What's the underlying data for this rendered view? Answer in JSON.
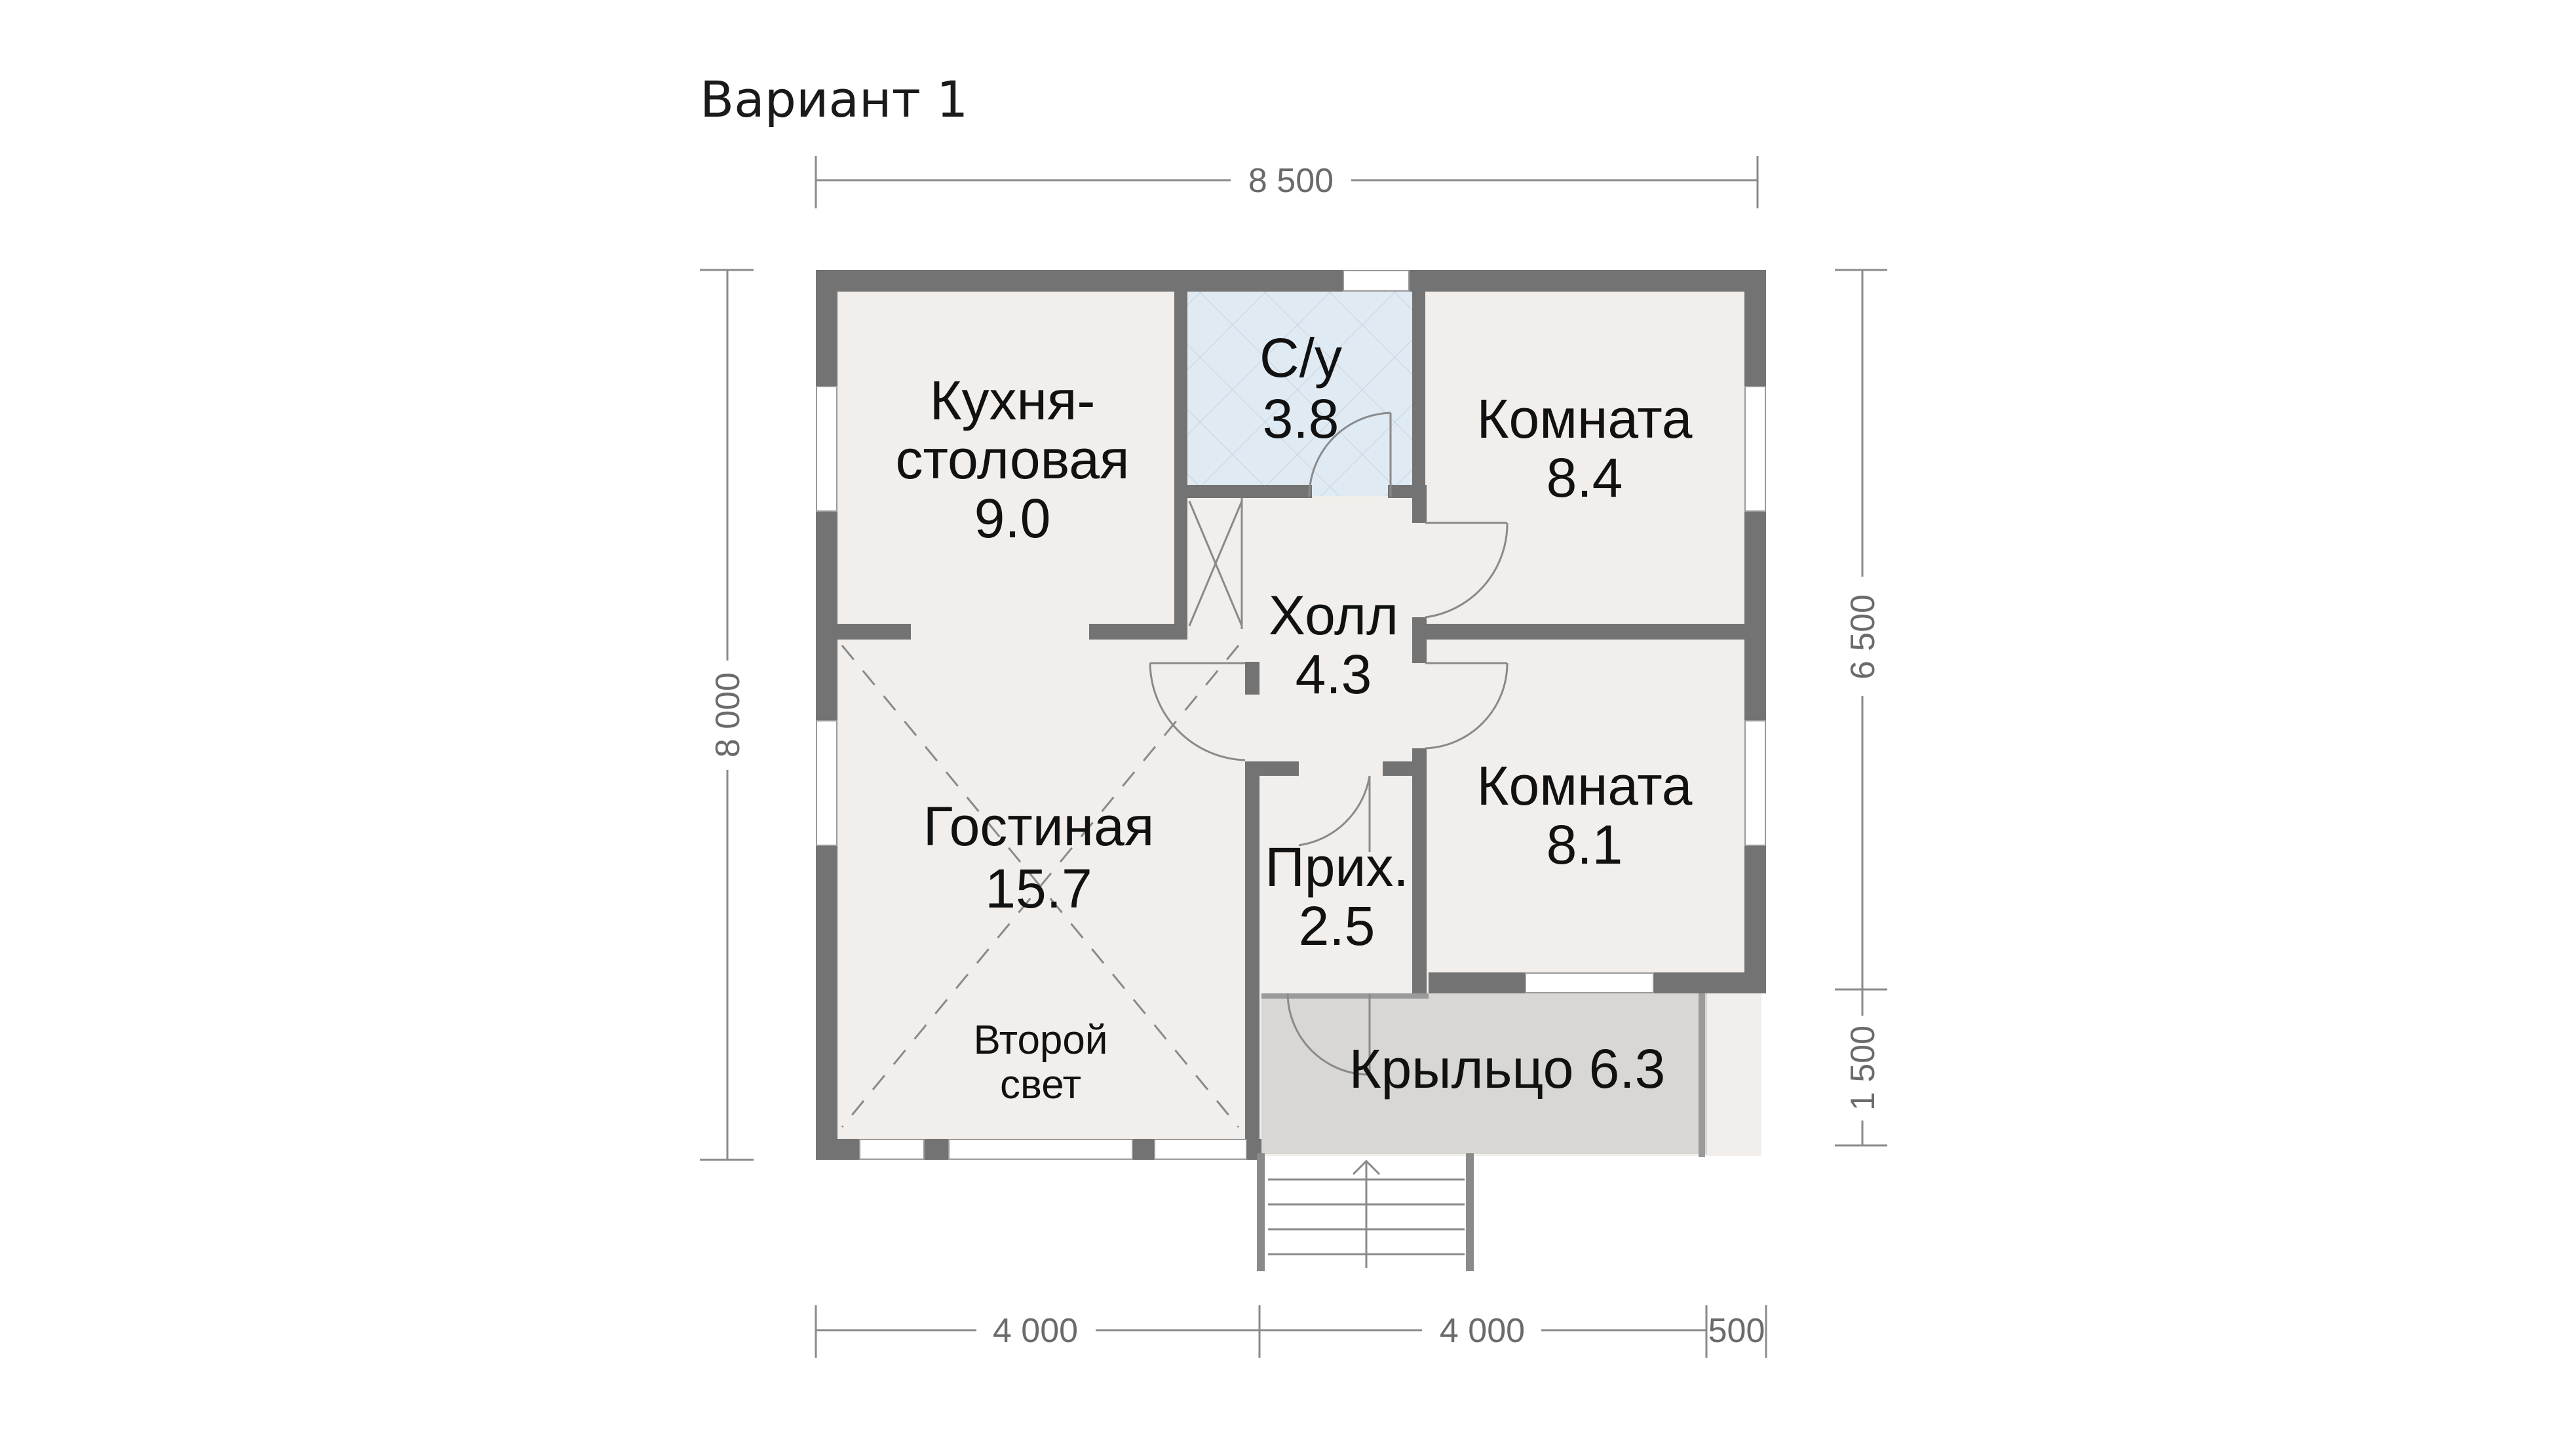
{
  "title": "Вариант 1",
  "dimensions": {
    "top_total": "8 500",
    "left_total": "8 000",
    "right_upper": "6 500",
    "right_lower": "1 500",
    "bottom_left": "4 000",
    "bottom_mid": "4 000",
    "bottom_right": "500"
  },
  "rooms": {
    "kitchen": {
      "line1": "Кухня-",
      "line2": "столовая",
      "area": "9.0"
    },
    "bathroom": {
      "name": "С/у",
      "area": "3.8"
    },
    "room1": {
      "name": "Комната",
      "area": "8.4"
    },
    "hall": {
      "name": "Холл",
      "area": "4.3"
    },
    "room2": {
      "name": "Комната",
      "area": "8.1"
    },
    "living": {
      "name": "Гостиная",
      "area": "15.7"
    },
    "second_light": {
      "line1": "Второй",
      "line2": "свет"
    },
    "entry": {
      "name": "Прих.",
      "area": "2.5"
    },
    "porch": {
      "label": "Крыльцо 6.3"
    }
  },
  "colors": {
    "wall": "#737373",
    "room_fill": "#f1eeeb",
    "bathroom_fill": "#dfeaf3",
    "porch_fill": "#d9d7d4",
    "dim_text": "#6b6b6b"
  }
}
